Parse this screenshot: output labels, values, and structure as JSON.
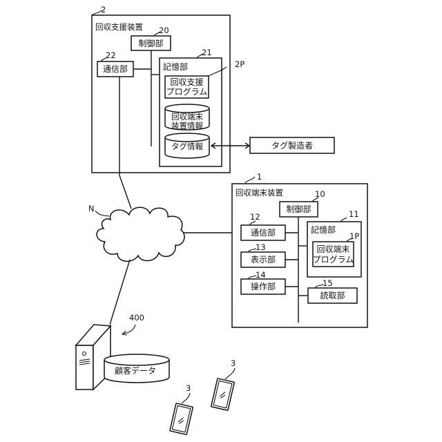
{
  "support_device": {
    "ref": "2",
    "title": "回収支援装置",
    "control": {
      "ref": "20",
      "label": "制御部"
    },
    "comm": {
      "ref": "22",
      "label": "通信部"
    },
    "storage": {
      "ref": "21",
      "label": "記憶部",
      "program": {
        "ref": "2P",
        "line1": "回収支援",
        "line2": "プログラム"
      },
      "db_terminal": {
        "line1": "回収端末",
        "line2": "装置情報"
      },
      "db_tag": {
        "label": "タグ情報"
      }
    }
  },
  "tag_maker": {
    "label": "タグ製造者"
  },
  "network": {
    "ref": "N"
  },
  "terminal_device": {
    "ref": "1",
    "title": "回収端末装置",
    "control": {
      "ref": "10",
      "label": "制御部"
    },
    "comm": {
      "ref": "12",
      "label": "通信部"
    },
    "display": {
      "ref": "13",
      "label": "表示部"
    },
    "operation": {
      "ref": "14",
      "label": "操作部"
    },
    "reader": {
      "ref": "15",
      "label": "読取部"
    },
    "storage": {
      "ref": "11",
      "label": "記憶部",
      "program": {
        "ref": "1P",
        "line1": "回収端末",
        "line2": "プログラム"
      }
    }
  },
  "server": {
    "ref": "400",
    "db_label": "顧客データ"
  },
  "tags": [
    {
      "ref": "3"
    },
    {
      "ref": "3"
    }
  ]
}
